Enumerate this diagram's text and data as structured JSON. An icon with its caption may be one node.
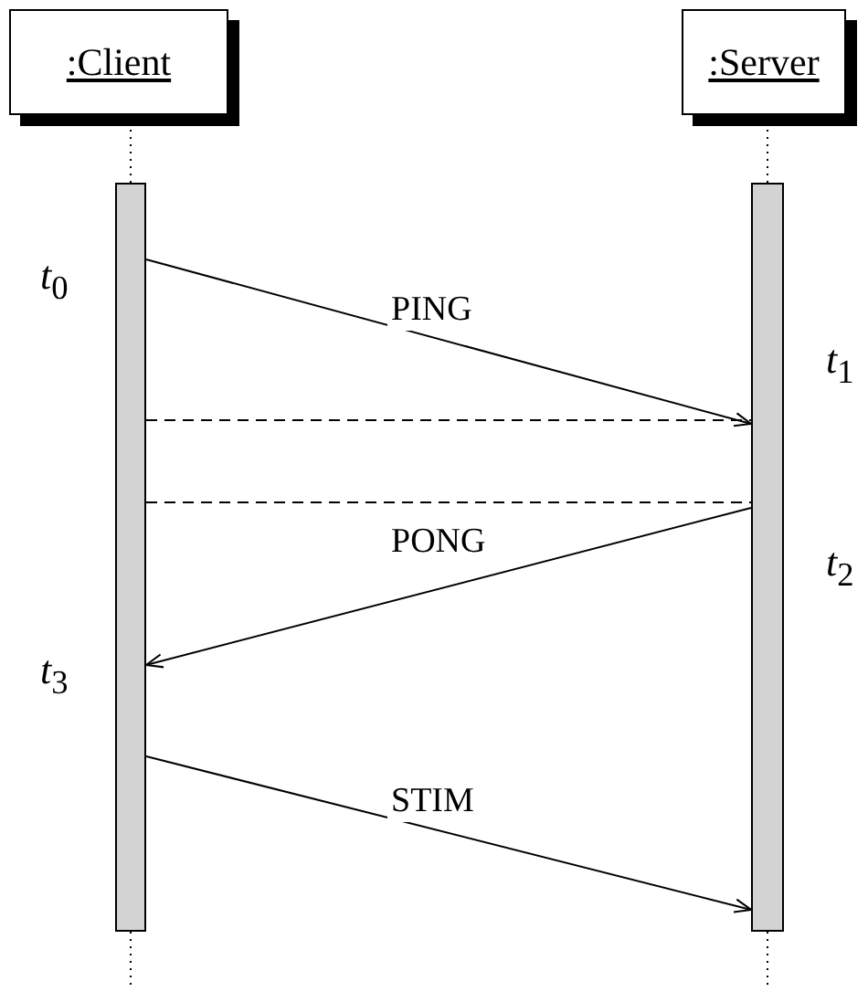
{
  "diagram": {
    "nodes": [
      {
        "text": [
          ":Client"
        ]
      },
      {
        "text": [
          ":Server"
        ]
      },
      {
        "text": [],
        "shape": "bar"
      },
      {
        "text": [],
        "shape": "bar"
      }
    ],
    "edges": [
      {
        "from": 0,
        "to": 2,
        "arrow": "none",
        "style": "dashed"
      },
      {
        "from": 1,
        "to": 3,
        "arrow": "none",
        "style": "dashed"
      },
      {
        "from": 2,
        "to": 3,
        "arrow": "to",
        "label": "PING"
      },
      {
        "from": 2,
        "to": 3,
        "arrow": "none",
        "style": "dashed"
      },
      {
        "from": 2,
        "to": 3,
        "arrow": "none",
        "style": "dashed"
      },
      {
        "from": 3,
        "to": 2,
        "arrow": "to",
        "label": "PONG"
      },
      {
        "from": 2,
        "to": 3,
        "arrow": "to",
        "label": "STIM"
      },
      {
        "from": 2,
        "to": null,
        "arrow": "none",
        "style": "dashed"
      },
      {
        "from": 3,
        "to": null,
        "arrow": "none",
        "style": "dashed"
      }
    ],
    "labels": [
      "*t*$_{0}$",
      "*t*$_{1}$",
      "*t*$_{2}$",
      "*t*$_{3}$"
    ]
  }
}
